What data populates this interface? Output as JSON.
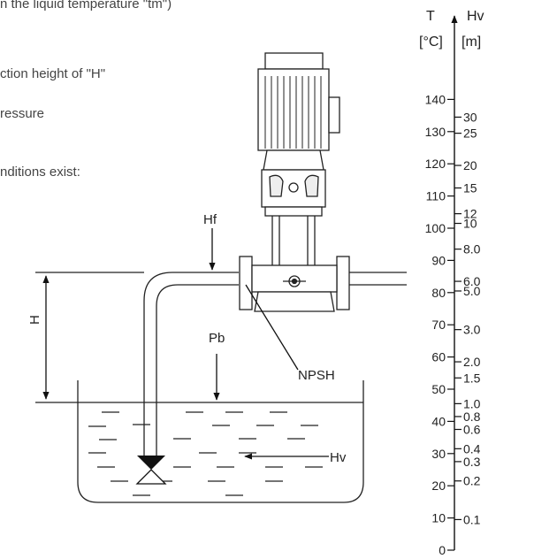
{
  "text_lines": [
    "n the liquid temperature \"tm\")",
    "ction height of \"H\"",
    "ressure",
    "nditions exist:"
  ],
  "labels": {
    "hf": "Hf",
    "h": "H",
    "pb": "Pb",
    "npsh": "NPSH",
    "hv": "Hv"
  },
  "scale": {
    "t_header": "T",
    "t_unit": "[°C]",
    "hv_header": "Hv",
    "hv_unit": "[m]",
    "t_ticks": [
      {
        "value": "140",
        "level": 140
      },
      {
        "value": "130",
        "level": 130
      },
      {
        "value": "120",
        "level": 120
      },
      {
        "value": "110",
        "level": 110
      },
      {
        "value": "100",
        "level": 100
      },
      {
        "value": "90",
        "level": 90
      },
      {
        "value": "80",
        "level": 80
      },
      {
        "value": "70",
        "level": 70
      },
      {
        "value": "60",
        "level": 60
      },
      {
        "value": "50",
        "level": 50
      },
      {
        "value": "40",
        "level": 40
      },
      {
        "value": "30",
        "level": 30
      },
      {
        "value": "20",
        "level": 20
      },
      {
        "value": "10",
        "level": 10
      },
      {
        "value": "0",
        "level": 0
      }
    ],
    "hv_ticks": [
      {
        "value": "30",
        "level": 134.5
      },
      {
        "value": "25",
        "level": 129.5
      },
      {
        "value": "20",
        "level": 119.5
      },
      {
        "value": "15",
        "level": 112.5
      },
      {
        "value": "12",
        "level": 104.5
      },
      {
        "value": "10",
        "level": 101.5
      },
      {
        "value": "8.0",
        "level": 93.5
      },
      {
        "value": "6.0",
        "level": 83.5
      },
      {
        "value": "5.0",
        "level": 80.5
      },
      {
        "value": "3.0",
        "level": 68.5
      },
      {
        "value": "2.0",
        "level": 58.5
      },
      {
        "value": "1.5",
        "level": 53.5
      },
      {
        "value": "1.0",
        "level": 45.5
      },
      {
        "value": "0.8",
        "level": 41.5
      },
      {
        "value": "0.6",
        "level": 37.5
      },
      {
        "value": "0.4",
        "level": 31.5
      },
      {
        "value": "0.3",
        "level": 27.5
      },
      {
        "value": "0.2",
        "level": 21.5
      },
      {
        "value": "0.1",
        "level": 9.5
      }
    ]
  }
}
